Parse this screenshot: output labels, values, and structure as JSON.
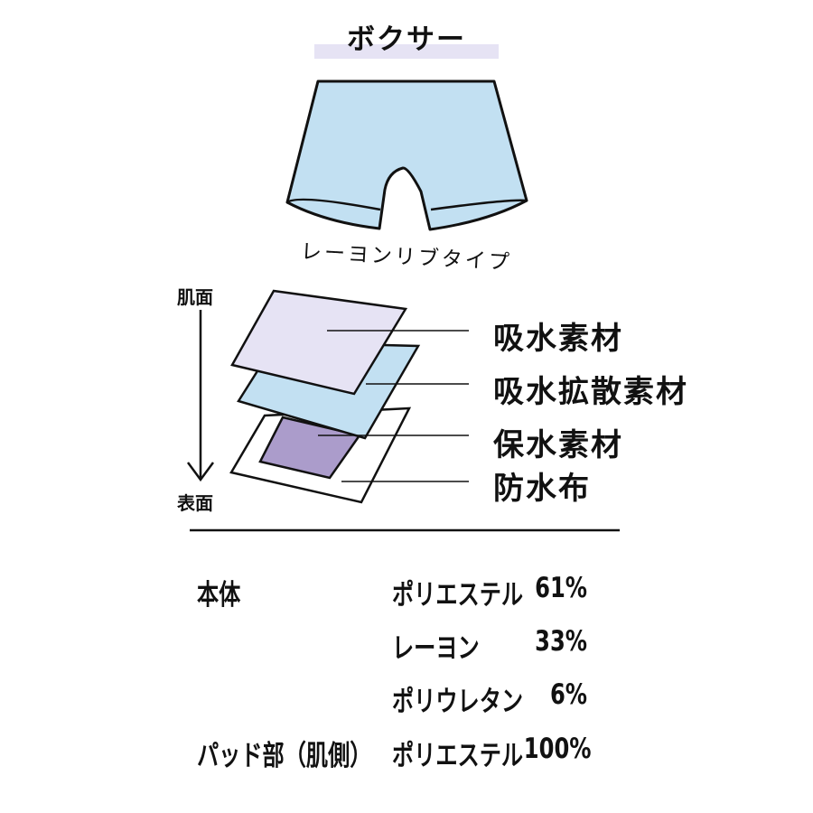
{
  "title": "ボクサー",
  "subtitle": "レーヨンリブタイプ",
  "axis": {
    "top": "肌面",
    "bottom": "表面"
  },
  "layers": [
    {
      "label": "吸水素材",
      "color": "#e6e3f4"
    },
    {
      "label": "吸水拡散素材",
      "color": "#c2e0f2"
    },
    {
      "label": "保水素材",
      "color": "#ab9ccb"
    },
    {
      "label": "防水布",
      "color": "#ffffff"
    }
  ],
  "shorts_color": "#c2e0f2",
  "composition": [
    {
      "part": "本体",
      "material": "ポリエステル",
      "percent": "61%"
    },
    {
      "part": "",
      "material": "レーヨン",
      "percent": "33%"
    },
    {
      "part": "",
      "material": "ポリウレタン",
      "percent": "6%"
    },
    {
      "part": "パッド部（肌側）",
      "material": "ポリエステル",
      "percent": "100%"
    }
  ]
}
